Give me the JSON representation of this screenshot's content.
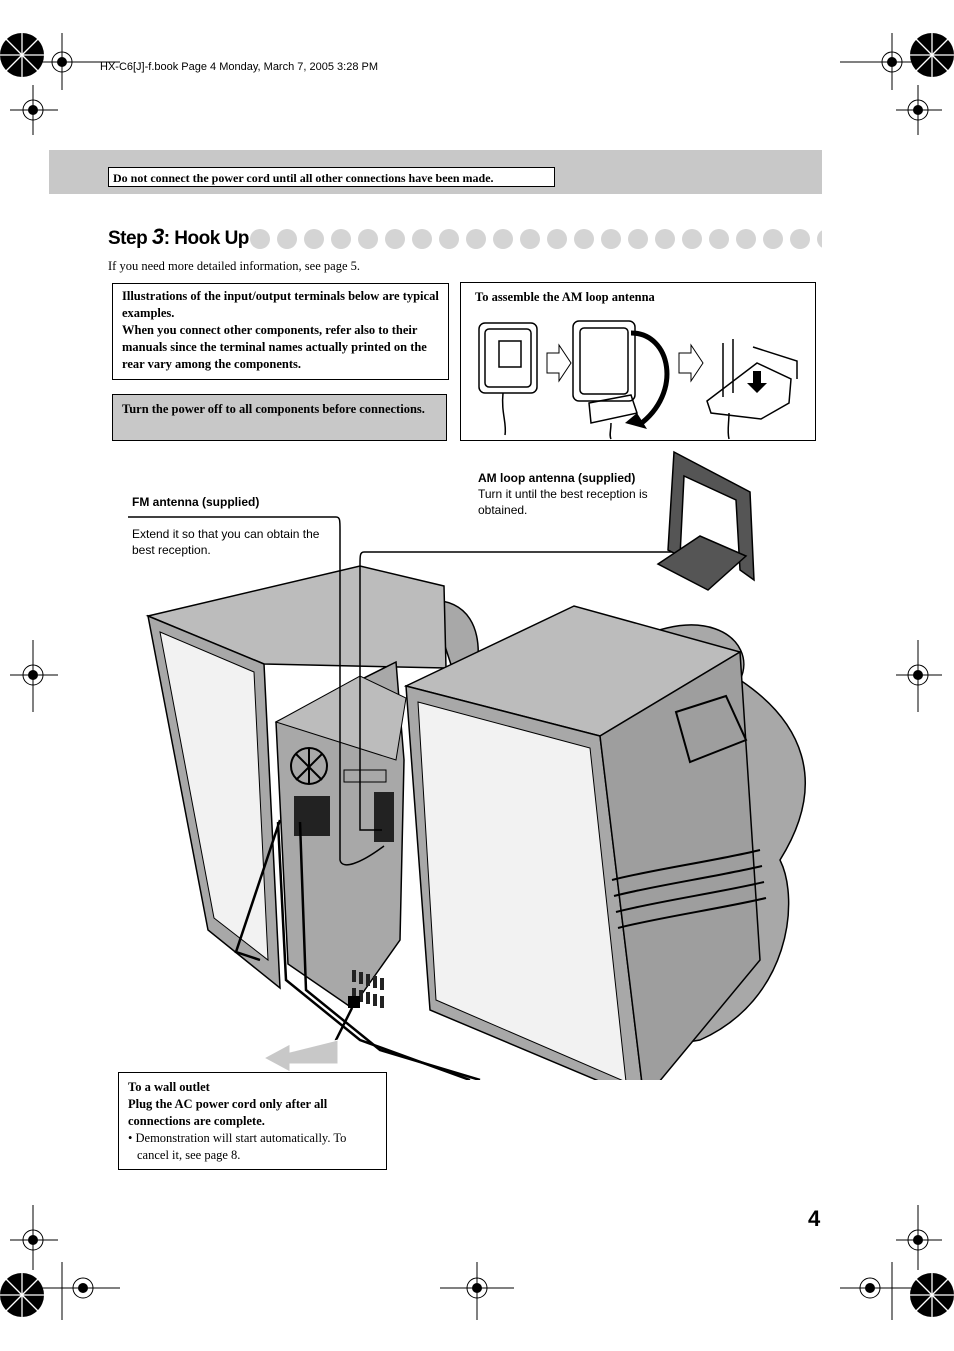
{
  "header": {
    "file_line": "HX-C6[J]-f.book  Page 4  Monday, March 7, 2005  3:28 PM"
  },
  "warning": {
    "text": "Do not connect the power cord until all other connections have been made."
  },
  "step": {
    "prefix": "Step ",
    "number": "3",
    "suffix": ": Hook Up"
  },
  "intro": {
    "text": "If you need more detailed information, see page 5."
  },
  "notes": {
    "illustrations_line1": "Illustrations of the input/output terminals below are typical examples.",
    "illustrations_line2": "When you connect other components, refer also to their manuals since the terminal names actually printed on the rear vary among the components.",
    "power_off": "Turn the power off to all components before connections."
  },
  "am_assembly": {
    "title": "To assemble the AM loop antenna"
  },
  "fm_antenna": {
    "title": "FM antenna (supplied)",
    "description": "Extend it so that you can obtain the best reception."
  },
  "am_antenna": {
    "title": "AM loop antenna (supplied)",
    "description": "Turn it until the best reception is obtained."
  },
  "wall_outlet": {
    "title": "To a wall outlet",
    "instruction": "Plug the AC power cord only after all connections are complete.",
    "bullet": "• Demonstration will start automatically. To cancel it, see page 8."
  },
  "page": {
    "number": "4"
  },
  "colors": {
    "band_gray": "#c8c8c8",
    "dot_gray": "#d4d4d4",
    "speaker_gray": "#a8a8a8"
  }
}
